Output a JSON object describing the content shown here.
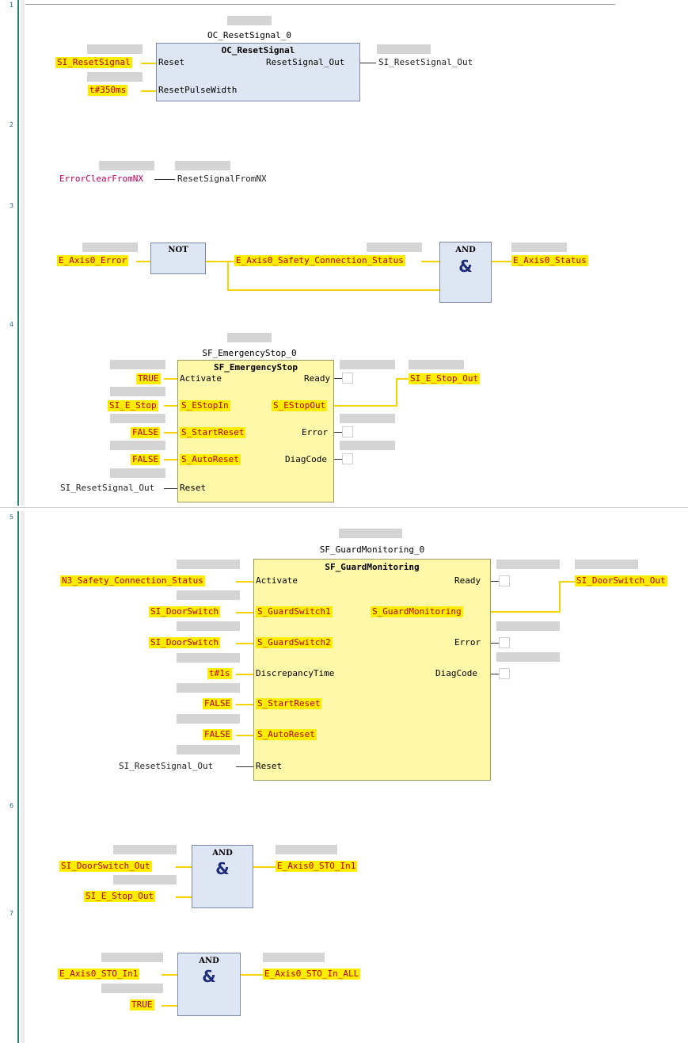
{
  "rungs": {
    "r1": {
      "number": "1",
      "instance": "OC_ResetSignal_0",
      "fb_type": "OC_ResetSignal",
      "in1_var": "SI_ResetSignal",
      "in1_pin": "Reset",
      "in2_var": "t#350ms",
      "in2_pin": "ResetPulseWidth",
      "out_pin": "ResetSignal_Out",
      "out_var": "SI_ResetSignal_Out"
    },
    "r2": {
      "number": "2",
      "src_var": "ErrorClearFromNX",
      "dst_var": "ResetSignalFromNX"
    },
    "r3": {
      "number": "3",
      "in_var": "E_Axis0_Error",
      "not_title": "NOT",
      "mid_var": "E_Axis0_Safety_Connection_Status",
      "and_title": "AND",
      "and_symbol": "&",
      "out_var": "E_Axis0_Status"
    },
    "r4": {
      "number": "4",
      "instance": "SF_EmergencyStop_0",
      "fb_type": "SF_EmergencyStop",
      "inputs": [
        {
          "var": "TRUE",
          "pin": "Activate"
        },
        {
          "var": "SI_E_Stop",
          "pin": "S_EStopIn"
        },
        {
          "var": "FALSE",
          "pin": "S_StartReset"
        },
        {
          "var": "FALSE",
          "pin": "S_AutoReset"
        },
        {
          "var": "SI_ResetSignal_Out",
          "pin": "Reset"
        }
      ],
      "outputs": [
        {
          "pin": "Ready"
        },
        {
          "pin": "S_EStopOut",
          "var": "SI_E_Stop_Out"
        },
        {
          "pin": "Error"
        },
        {
          "pin": "DiagCode"
        }
      ]
    },
    "r5": {
      "number": "5",
      "instance": "SF_GuardMonitoring_0",
      "fb_type": "SF_GuardMonitoring",
      "inputs": [
        {
          "var": "N3_Safety_Connection_Status",
          "pin": "Activate"
        },
        {
          "var": "SI_DoorSwitch",
          "pin": "S_GuardSwitch1"
        },
        {
          "var": "SI_DoorSwitch",
          "pin": "S_GuardSwitch2"
        },
        {
          "var": "t#1s",
          "pin": "DiscrepancyTime"
        },
        {
          "var": "FALSE",
          "pin": "S_StartReset"
        },
        {
          "var": "FALSE",
          "pin": "S_AutoReset"
        },
        {
          "var": "SI_ResetSignal_Out",
          "pin": "Reset"
        }
      ],
      "outputs": [
        {
          "pin": "Ready"
        },
        {
          "pin": "S_GuardMonitoring",
          "var": "SI_DoorSwitch_Out"
        },
        {
          "pin": "Error"
        },
        {
          "pin": "DiagCode"
        }
      ]
    },
    "r6": {
      "number": "6",
      "and_title": "AND",
      "and_symbol": "&",
      "in1_var": "SI_DoorSwitch_Out",
      "in2_var": "SI_E_Stop_Out",
      "out_var": "E_Axis0_STO_In1"
    },
    "r7": {
      "number": "7",
      "and_title": "AND",
      "and_symbol": "&",
      "in1_var": "E_Axis0_STO_In1",
      "in2_var": "TRUE",
      "out_var": "E_Axis0_STO_In_ALL"
    }
  },
  "colors": {
    "highlight": "#ffed00",
    "highlight_text": "#b80000",
    "fb_blue": "#dfe6f3",
    "fb_yellow": "#fff8a8",
    "rail": "#1a8a78",
    "magenta_var": "#b8005f"
  }
}
